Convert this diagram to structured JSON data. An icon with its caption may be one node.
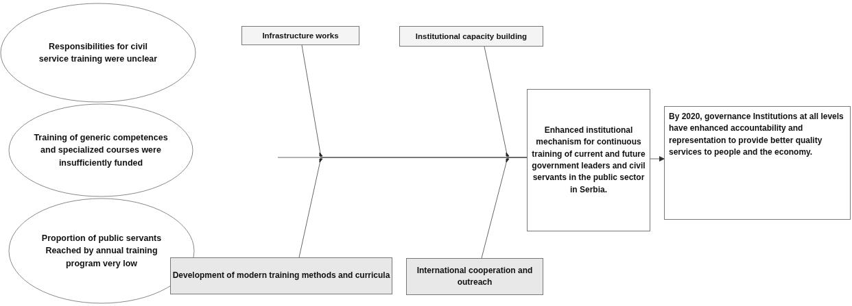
{
  "diagram": {
    "nodes": [
      {
        "text": [
          "Responsibilities for civil service training were unclear"
        ]
      },
      {
        "text": [
          "Training of generic competences and specialized courses were insufficiently funded"
        ]
      },
      {
        "text": [
          "Proportion of public servants Reached by annual training program very low"
        ]
      },
      {
        "text": [
          "Infrastructure works"
        ]
      },
      {
        "text": [
          "Institutional capacity building"
        ]
      },
      {
        "text": [
          "Development of modern training methods and curricula"
        ]
      },
      {
        "text": [
          "International cooperation and outreach"
        ]
      },
      {
        "text": [
          "Enhanced institutional mechanism for continuous training of current and future government leaders and civil servants in the public sector in Serbia."
        ]
      },
      {
        "text": [
          "By 2020, governance Institutions at all levels have enhanced accountability and representation to provide better quality services to people and the economy."
        ]
      }
    ],
    "edges": [
      {
        "from": null,
        "to": 7,
        "arrow": "none"
      },
      {
        "from": 3,
        "to": 7,
        "arrow": "none"
      },
      {
        "from": 5,
        "to": 7,
        "arrow": "none"
      },
      {
        "from": 4,
        "to": 7,
        "arrow": "none"
      },
      {
        "from": 6,
        "to": 7,
        "arrow": "none"
      },
      {
        "from": 7,
        "to": 8,
        "arrow": "to"
      }
    ]
  }
}
